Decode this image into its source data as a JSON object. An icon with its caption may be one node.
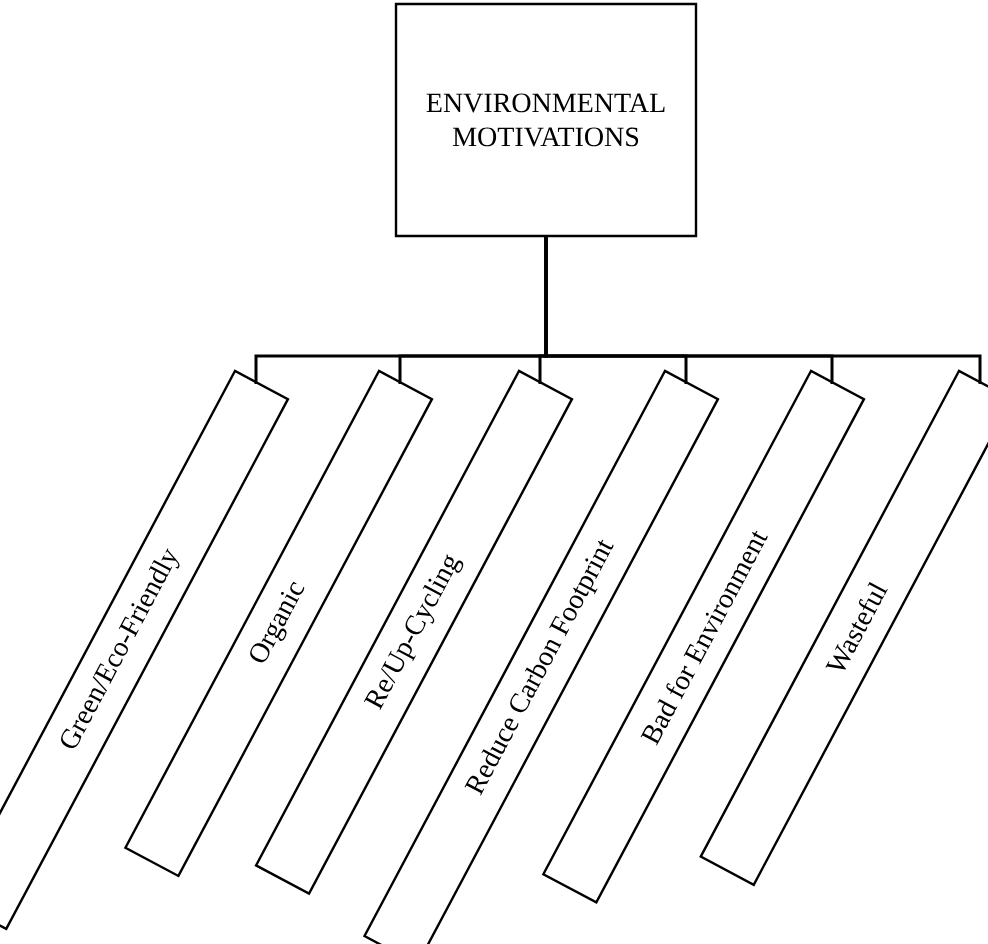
{
  "diagram": {
    "nodes": [
      {
        "text": [
          "ENVIRONMENTAL MOTIVATIONS"
        ]
      },
      {
        "text": [
          "Green/Eco-Friendly"
        ]
      },
      {
        "text": [
          "Organic"
        ]
      },
      {
        "text": [
          "Re/Up-Cycling"
        ]
      },
      {
        "text": [
          "Reduce Carbon Footprint"
        ]
      },
      {
        "text": [
          "Bad for Environment"
        ]
      },
      {
        "text": [
          "Wasteful"
        ]
      }
    ],
    "edges": [
      {
        "from": 0,
        "to": 1,
        "arrow": "none"
      },
      {
        "from": 0,
        "to": 2,
        "arrow": "none"
      },
      {
        "from": 0,
        "to": 3,
        "arrow": "none"
      },
      {
        "from": 0,
        "to": 4,
        "arrow": "none"
      },
      {
        "from": 0,
        "to": 5,
        "arrow": "none"
      },
      {
        "from": 0,
        "to": 6,
        "arrow": "none"
      }
    ]
  }
}
